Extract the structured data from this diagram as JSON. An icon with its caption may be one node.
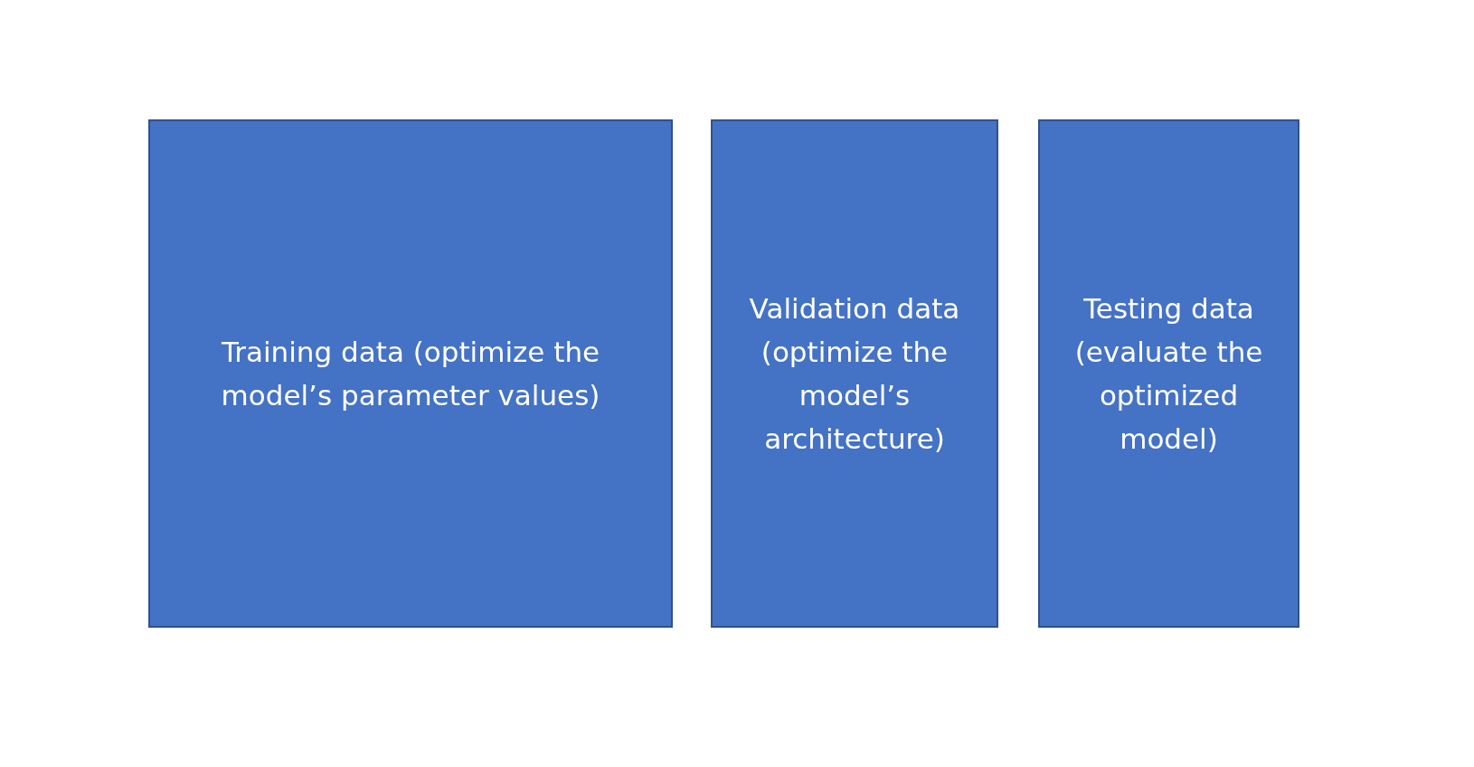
{
  "diagram": {
    "nodes": [
      {
        "text": [
          "Training data (optimize the model’s parameter values)"
        ]
      },
      {
        "text": [
          "Validation data (optimize the model’s architecture)"
        ]
      },
      {
        "text": [
          "Testing data (evaluate the optimized model)"
        ]
      }
    ]
  }
}
